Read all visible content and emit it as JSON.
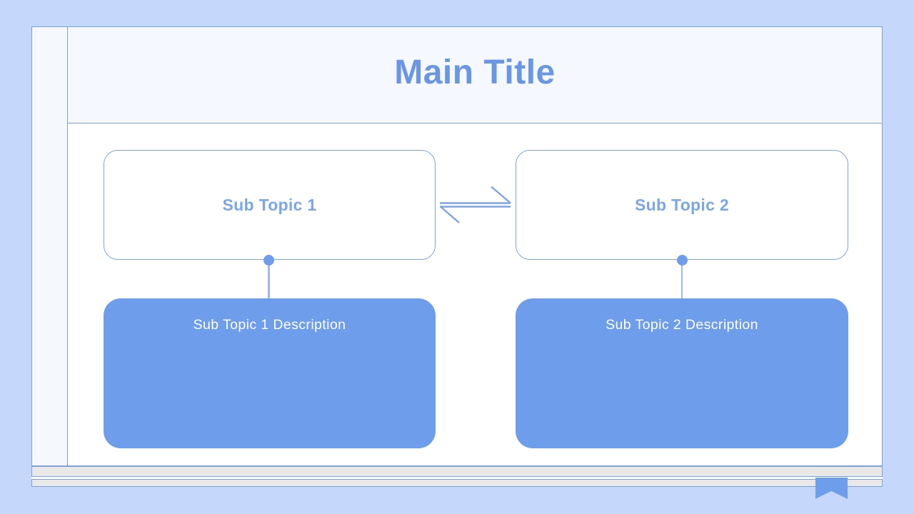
{
  "slide": {
    "main_title": "Main Title",
    "topics": [
      {
        "label": "Sub Topic 1",
        "description": "Sub Topic 1 Description"
      },
      {
        "label": "Sub Topic 2",
        "description": "Sub Topic 2 Description"
      }
    ]
  },
  "icons": {
    "relation_arrow": "equilibrium-double-arrow",
    "bookmark": "bookmark-ribbon"
  },
  "colors": {
    "outer_bg": "#c5d8fc",
    "frame_border": "#7ba1e0",
    "panel_bg": "#f5f8fe",
    "content_bg": "#ffffff",
    "accent_fill": "#6d9deb",
    "accent_border": "#7da4e8",
    "topic_text": "#79a7ea",
    "title_text": "#6b96e3",
    "connector": "#9cbaef",
    "page_bar_fill": "#e9e8e6",
    "description_text": "#ffffff"
  }
}
